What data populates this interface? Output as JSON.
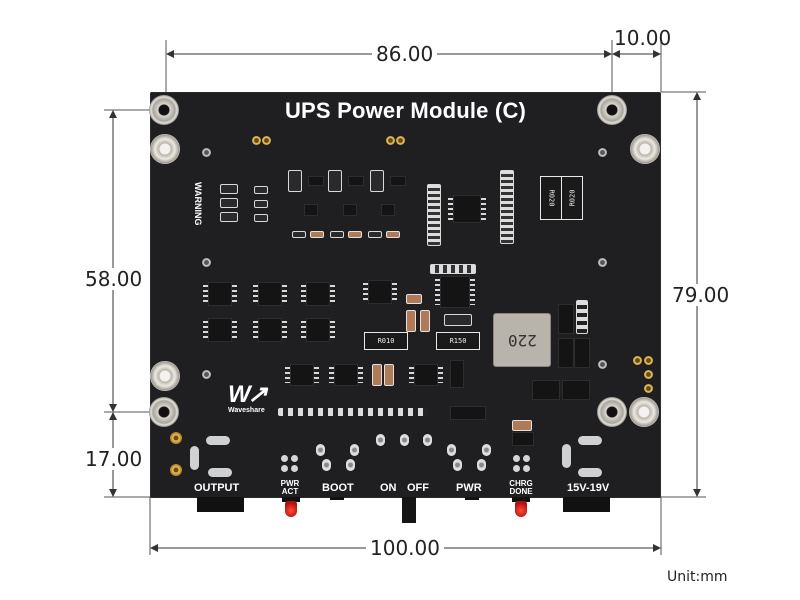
{
  "figure": {
    "board_title": "UPS Power Module (C)",
    "unit_label": "Unit:mm",
    "brand_logo": "Waveshare",
    "warning_label": "WARNING",
    "inductor_marking": "220",
    "resistor_markings": [
      "R020",
      "R020",
      "R010",
      "R150"
    ]
  },
  "dimensions": {
    "hole_spacing_horizontal": "86.00",
    "hole_edge_offset_right": "10.00",
    "hole_spacing_vertical": "58.00",
    "hole_edge_offset_bottom": "17.00",
    "board_height": "79.00",
    "board_width": "100.00"
  },
  "silkscreen_labels": {
    "output": "OUTPUT",
    "pwr_act_line1": "PWR",
    "pwr_act_line2": "ACT",
    "boot": "BOOT",
    "on": "ON",
    "off": "OFF",
    "pwr": "PWR",
    "chrg_done_line1": "CHRG",
    "chrg_done_line2": "DONE",
    "input_voltage": "15V-19V"
  },
  "colors": {
    "pcb": "#1f1f21",
    "silkscreen": "#ffffff",
    "dimension_line": "#333333",
    "led": "#d01818"
  }
}
